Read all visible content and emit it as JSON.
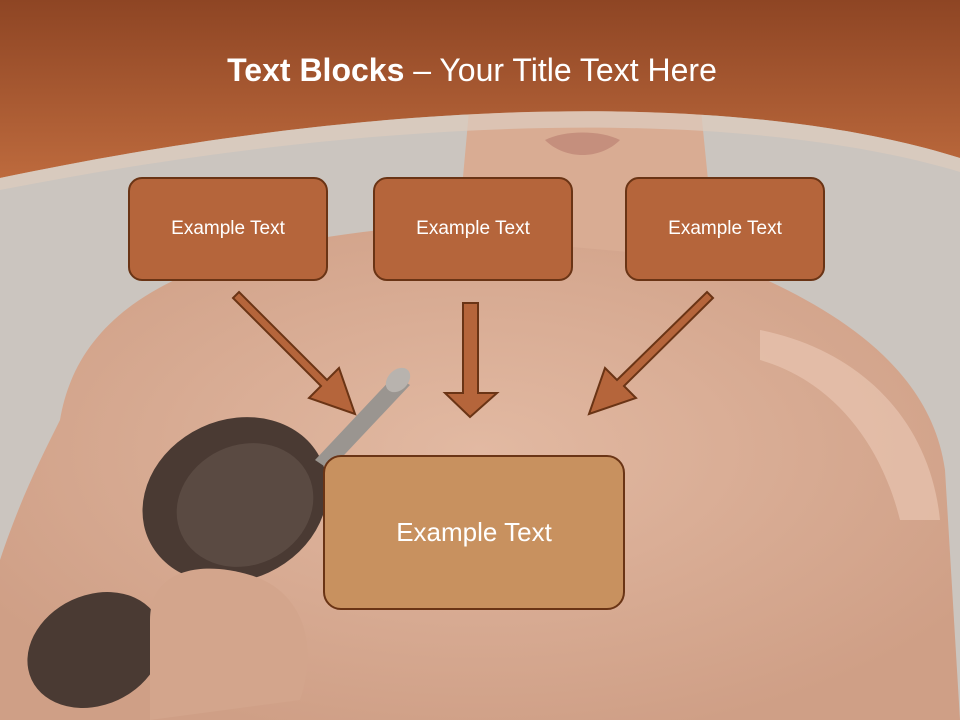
{
  "title": {
    "bold_part": "Text Blocks",
    "separator": " – ",
    "regular_part": "Your Title Text Here"
  },
  "blocks": {
    "top": [
      {
        "label": "Example Text"
      },
      {
        "label": "Example Text"
      },
      {
        "label": "Example Text"
      }
    ],
    "bottom": {
      "label": "Example Text"
    }
  },
  "colors": {
    "header": "#a8532a",
    "box_fill": "#b5653b",
    "box_border": "#6a3415",
    "bottom_box_fill": "#c8915f",
    "arrow": "#b5653b",
    "background": "#cbc5bf"
  },
  "background_image": "shirtless-man-holding-dumbbell-photo"
}
